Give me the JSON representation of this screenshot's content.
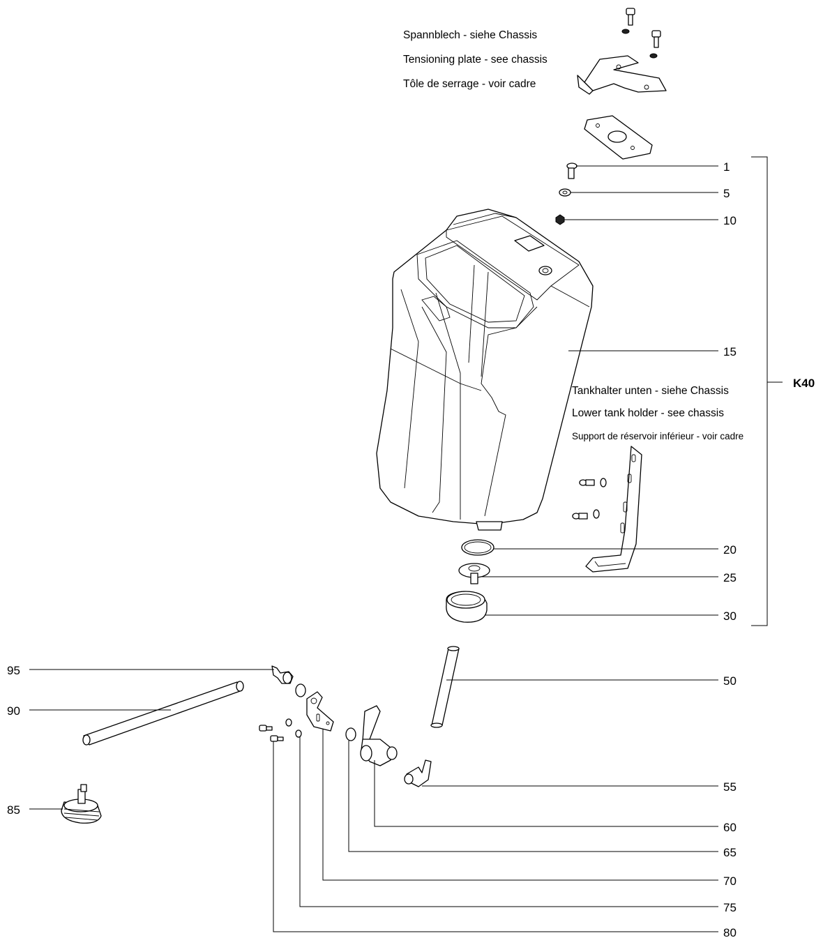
{
  "notes": {
    "top": [
      "Spannblech - siehe Chassis",
      "Tensioning plate - see chassis",
      "Tôle de serrage - voir cadre"
    ],
    "middle": [
      "Tankhalter unten - siehe Chassis",
      "Lower tank holder - see chassis",
      "Support de réservoir inférieur - voir cadre"
    ]
  },
  "group_label": "K40",
  "callouts_right": [
    "1",
    "5",
    "10",
    "15",
    "20",
    "25",
    "30",
    "50",
    "55",
    "60",
    "65",
    "70",
    "75",
    "80"
  ],
  "callouts_left": [
    "95",
    "90",
    "85"
  ]
}
